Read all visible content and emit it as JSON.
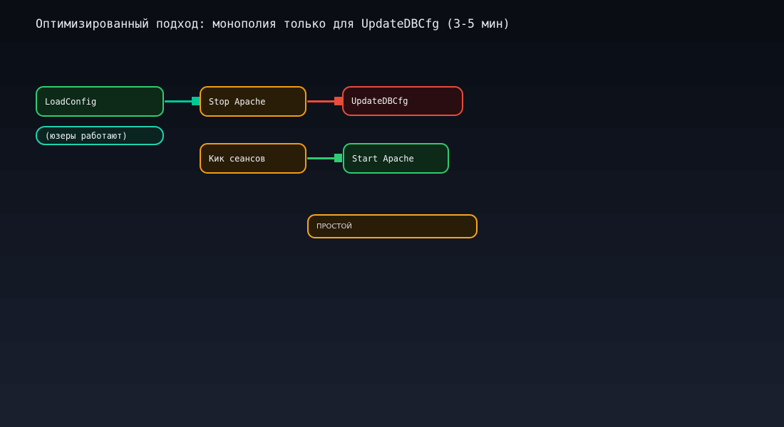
{
  "title": "Оптимизированный подход: монополия только для UpdateDBCfg (3-5 мин)",
  "nodes": {
    "load_config": {
      "label": "LoadConfig",
      "border_color": "#2ecc71",
      "fill_color": "#0d2918"
    },
    "users_working": {
      "label": "(юзеры работают)",
      "border_color": "#1dd3b0",
      "fill_color": "#0a2420"
    },
    "stop_apache": {
      "label": "Stop Apache",
      "border_color": "#f39c12",
      "fill_color": "#2a1d07"
    },
    "update_dbcfg": {
      "label": "UpdateDBCfg",
      "border_color": "#e74c3c",
      "fill_color": "#2a0d11"
    },
    "kick_sessions": {
      "label": "Кик сеансов",
      "border_color": "#f39c12",
      "fill_color": "#2a1d07"
    },
    "start_apache": {
      "label": "Start Apache",
      "border_color": "#2ecc71",
      "fill_color": "#0d2918"
    },
    "downtime": {
      "label": "ПРОСТОЙ",
      "border_color": "#f5a623",
      "fill_color": "#2a1d07"
    }
  },
  "edges": [
    {
      "from": "load_config",
      "to": "stop_apache",
      "color": "#00c896"
    },
    {
      "from": "stop_apache",
      "to": "update_dbcfg",
      "color": "#e74c3c"
    },
    {
      "from": "kick_sessions",
      "to": "start_apache",
      "color": "#2ecc71"
    }
  ],
  "colors": {
    "background_top": "#0a0d14",
    "background_bottom": "#1a1f2e",
    "title_text": "#e7eaf2",
    "node_text": "#eef1f4",
    "accent_green": "#2ecc71",
    "accent_teal": "#1dd3b0",
    "accent_orange": "#f39c12",
    "accent_red": "#e74c3c"
  }
}
